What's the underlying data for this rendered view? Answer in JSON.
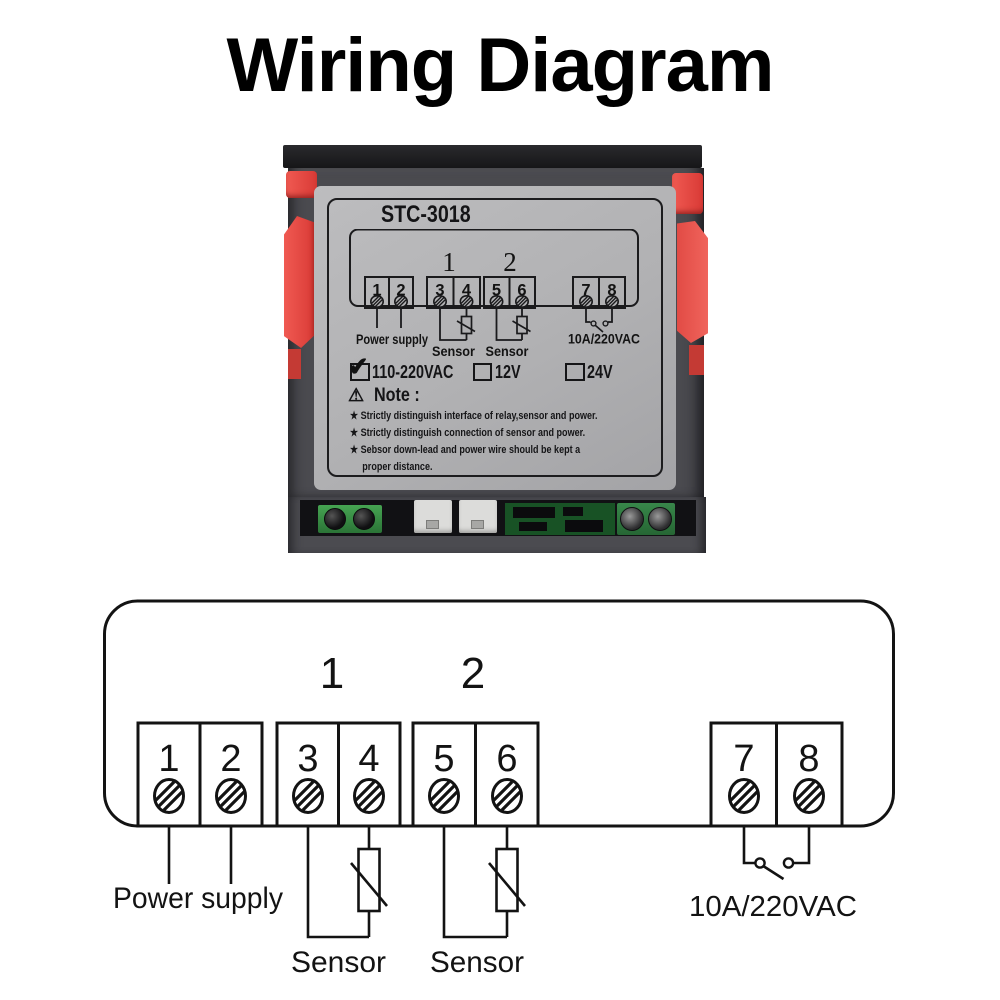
{
  "title": "Wiring Diagram",
  "device": {
    "model": "STC-3018",
    "diagram": {
      "group1": "1",
      "group2": "2",
      "terminals": [
        "1",
        "2",
        "3",
        "4",
        "5",
        "6",
        "7",
        "8"
      ],
      "power_supply_label": "Power supply",
      "sensor1_label": "Sensor",
      "sensor2_label": "Sensor",
      "relay_label": "10A/220VAC"
    },
    "voltage_options": [
      {
        "label": "110-220VAC",
        "checked": true
      },
      {
        "label": "12V",
        "checked": false
      },
      {
        "label": "24V",
        "checked": false
      }
    ],
    "check_glyph": "✔",
    "warning_icon": "⚠",
    "note_title": "Note :",
    "note_lines": [
      "★ Strictly distinguish interface of relay,sensor and power.",
      "★ Strictly distinguish connection of sensor and power.",
      "★ Sebsor down-lead and power wire should be kept a",
      "proper distance."
    ]
  },
  "schematic": {
    "group1": "1",
    "group2": "2",
    "terminals": [
      "1",
      "2",
      "3",
      "4",
      "5",
      "6",
      "7",
      "8"
    ],
    "power_supply_label": "Power supply",
    "sensor1_label": "Sensor",
    "sensor2_label": "Sensor",
    "relay_label": "10A/220VAC"
  },
  "colors": {
    "accent_red": "#e0453f",
    "label_gray": "#b1b1b3",
    "body_gray": "#4a4a4f",
    "pcb_green": "#2b7437",
    "line_black": "#131313"
  }
}
